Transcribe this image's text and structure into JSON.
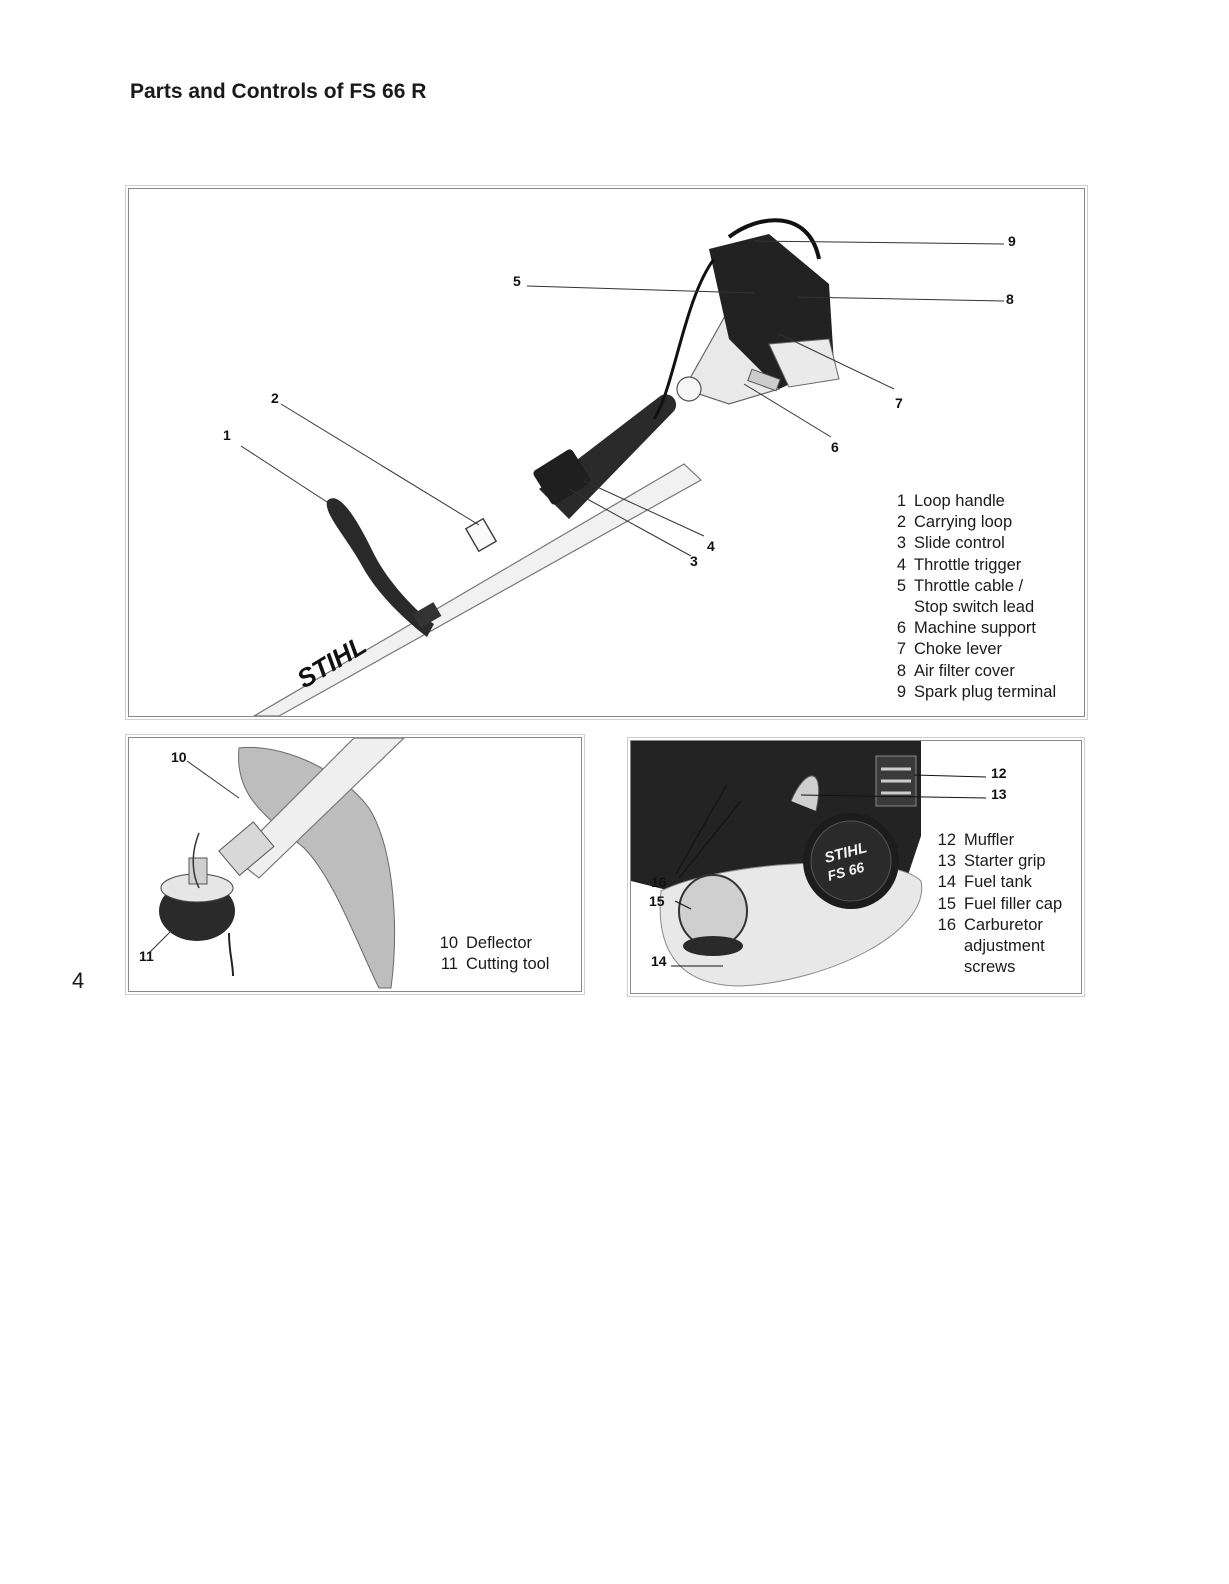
{
  "page": {
    "title": "Parts and Controls of FS 66 R",
    "page_number": "4"
  },
  "main_figure": {
    "callouts": [
      "1",
      "2",
      "3",
      "4",
      "5",
      "6",
      "7",
      "8",
      "9"
    ],
    "brand_mark": "STIHL",
    "legend": [
      {
        "num": "1",
        "label": "Loop handle"
      },
      {
        "num": "2",
        "label": "Carrying loop"
      },
      {
        "num": "3",
        "label": "Slide control"
      },
      {
        "num": "4",
        "label": "Throttle trigger"
      },
      {
        "num": "5",
        "label": "Throttle cable /",
        "cont": "Stop switch lead"
      },
      {
        "num": "6",
        "label": "Machine support"
      },
      {
        "num": "7",
        "label": "Choke lever"
      },
      {
        "num": "8",
        "label": "Air filter cover"
      },
      {
        "num": "9",
        "label": "Spark plug terminal"
      }
    ]
  },
  "cutting_figure": {
    "callouts": [
      "10",
      "11"
    ],
    "legend": [
      {
        "num": "10",
        "label": "Deflector"
      },
      {
        "num": "11",
        "label": "Cutting tool"
      }
    ]
  },
  "engine_figure": {
    "callouts": [
      "12",
      "13",
      "14",
      "15",
      "16"
    ],
    "brand_mark": "STIHL",
    "model_mark": "FS 66",
    "legend": [
      {
        "num": "12",
        "label": "Muffler"
      },
      {
        "num": "13",
        "label": "Starter grip"
      },
      {
        "num": "14",
        "label": "Fuel tank"
      },
      {
        "num": "15",
        "label": "Fuel filler cap"
      },
      {
        "num": "16",
        "label": "Carburetor",
        "cont1": "adjustment",
        "cont2": "screws"
      }
    ]
  }
}
